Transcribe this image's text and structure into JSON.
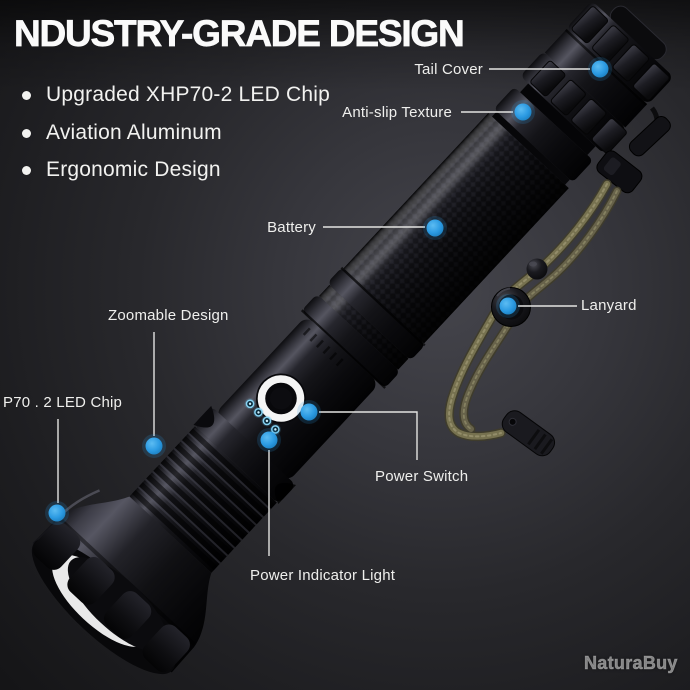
{
  "title": "NDUSTRY-GRADE DESIGN",
  "features": {
    "items": [
      {
        "label": "Upgraded XHP70-2 LED Chip"
      },
      {
        "label": "Aviation Aluminum"
      },
      {
        "label": "Ergonomic Design"
      }
    ]
  },
  "callouts": {
    "tail_cover": {
      "label": "Tail Cover"
    },
    "anti_slip": {
      "label": "Anti-slip Texture"
    },
    "battery": {
      "label": "Battery"
    },
    "lanyard": {
      "label": "Lanyard"
    },
    "zoomable": {
      "label": "Zoomable Design"
    },
    "led_chip": {
      "label": "P70 . 2 LED Chip"
    },
    "power_switch": {
      "label": "Power Switch"
    },
    "power_indicator": {
      "label": "Power Indicator Light"
    }
  },
  "watermark": {
    "label": "NaturaBuy"
  },
  "colors": {
    "accent_blue": "#2b9ae2",
    "background_dark": "#1a1a1d",
    "text": "#f2f2f0",
    "lanyard_olive": "#76714f"
  }
}
